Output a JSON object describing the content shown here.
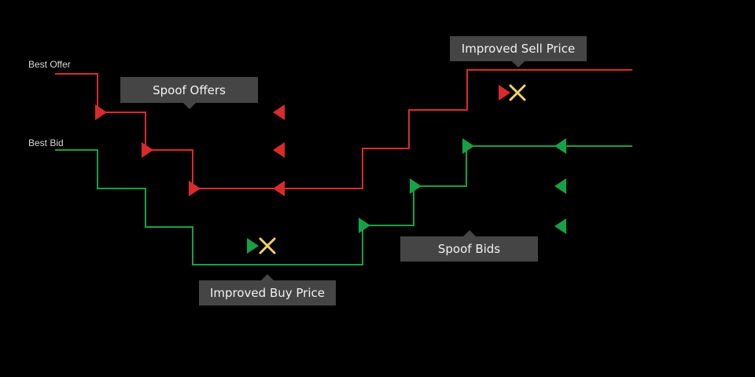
{
  "colors": {
    "background": "#000000",
    "offer": "#d92b2b",
    "bid": "#18a046",
    "cross": "#f2d16b",
    "callout_bg": "#454545",
    "callout_text": "#f2f2f2",
    "label_text": "#d8d8d8"
  },
  "labels": {
    "best_offer": "Best Offer",
    "best_bid": "Best Bid"
  },
  "callouts": {
    "spoof_offers": "Spoof Offers",
    "improved_sell_price": "Improved Sell Price",
    "spoof_bids": "Spoof Bids",
    "improved_buy_price": "Improved Buy Price"
  },
  "icons": {
    "offer_marker": "triangle",
    "bid_marker": "triangle",
    "cancel_marker": "x-cross"
  }
}
